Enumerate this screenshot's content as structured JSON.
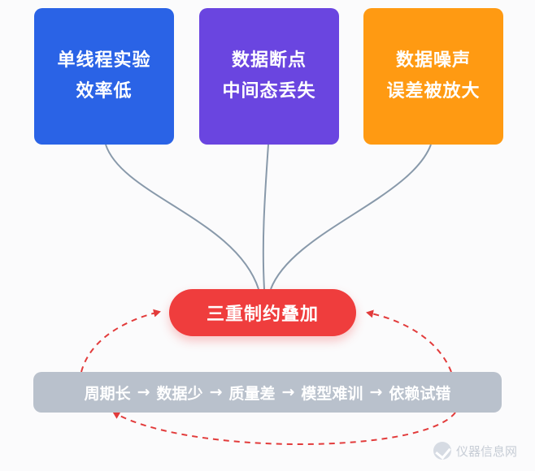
{
  "colors": {
    "box_efficiency": "#2a63e6",
    "box_breakpoint": "#6a45e0",
    "box_noise": "#ff9a12",
    "center": "#ef3d3d",
    "chain": "#b9c1cc",
    "connector": "#8899aa",
    "loop_arrow": "#e23b3b"
  },
  "boxes": [
    {
      "line1": "单线程实验",
      "line2": "效率低"
    },
    {
      "line1": "数据断点",
      "line2": "中间态丢失"
    },
    {
      "line1": "数据噪声",
      "line2": "误差被放大"
    }
  ],
  "center_label": "三重制约叠加",
  "chain": {
    "steps": [
      "周期长",
      "数据少",
      "质量差",
      "模型难训",
      "依赖试错"
    ],
    "arrow": "→"
  },
  "watermark": "仪器信息网"
}
